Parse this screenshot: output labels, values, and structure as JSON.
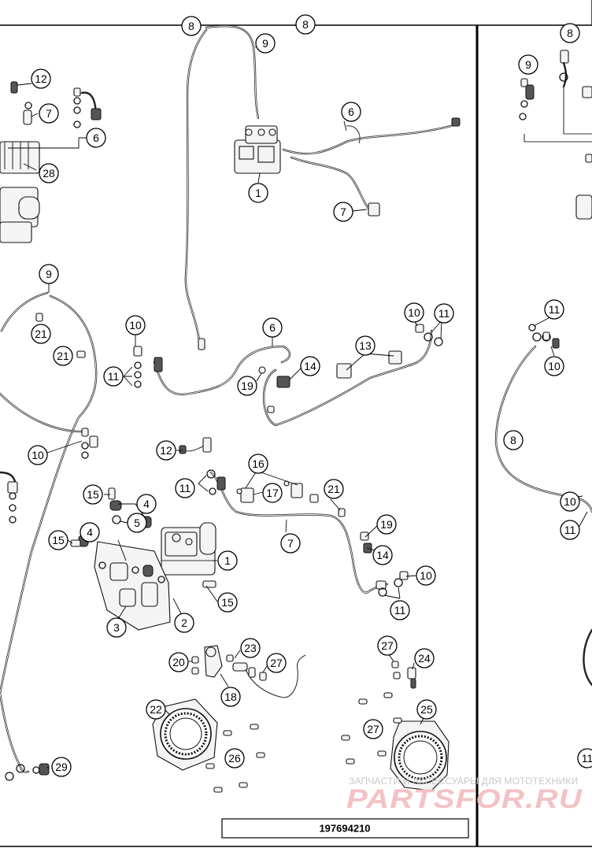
{
  "document_number": "197694210",
  "watermark": {
    "top_line": "ЗАПЧАСТИ И АКСЕССУАРЫ ДЛЯ МОТОТЕХНИКИ",
    "logo_text": "PARTSFOR.RU"
  },
  "callouts": [
    {
      "id": "c-8-top",
      "label": "8"
    },
    {
      "id": "c-8-top2",
      "label": "8"
    },
    {
      "id": "c-9-top",
      "label": "9"
    },
    {
      "id": "c-6-top",
      "label": "6"
    },
    {
      "id": "c-1-top",
      "label": "1"
    },
    {
      "id": "c-7-top",
      "label": "7"
    },
    {
      "id": "c-12-left",
      "label": "12"
    },
    {
      "id": "c-7-left",
      "label": "7"
    },
    {
      "id": "c-6-left",
      "label": "6"
    },
    {
      "id": "c-28",
      "label": "28"
    },
    {
      "id": "c-9-mid",
      "label": "9"
    },
    {
      "id": "c-21-a",
      "label": "21"
    },
    {
      "id": "c-21-b",
      "label": "21"
    },
    {
      "id": "c-10-left",
      "label": "10"
    },
    {
      "id": "c-10-mid",
      "label": "10"
    },
    {
      "id": "c-11-mid",
      "label": "11"
    },
    {
      "id": "c-6-mid",
      "label": "6"
    },
    {
      "id": "c-14-mid",
      "label": "14"
    },
    {
      "id": "c-19-mid",
      "label": "19"
    },
    {
      "id": "c-13",
      "label": "13"
    },
    {
      "id": "c-10-right",
      "label": "10"
    },
    {
      "id": "c-11-right",
      "label": "11"
    },
    {
      "id": "c-12-low",
      "label": "12"
    },
    {
      "id": "c-11-low",
      "label": "11"
    },
    {
      "id": "c-16",
      "label": "16"
    },
    {
      "id": "c-17",
      "label": "17"
    },
    {
      "id": "c-21-c",
      "label": "21"
    },
    {
      "id": "c-15-a",
      "label": "15"
    },
    {
      "id": "c-4-a",
      "label": "4"
    },
    {
      "id": "c-5",
      "label": "5"
    },
    {
      "id": "c-4-b",
      "label": "4"
    },
    {
      "id": "c-15-b",
      "label": "15"
    },
    {
      "id": "c-1-low",
      "label": "1"
    },
    {
      "id": "c-7-low",
      "label": "7"
    },
    {
      "id": "c-19-low",
      "label": "19"
    },
    {
      "id": "c-14-low",
      "label": "14"
    },
    {
      "id": "c-10-low",
      "label": "10"
    },
    {
      "id": "c-11-low2",
      "label": "11"
    },
    {
      "id": "c-15-c",
      "label": "15"
    },
    {
      "id": "c-3",
      "label": "3"
    },
    {
      "id": "c-2",
      "label": "2"
    },
    {
      "id": "c-23",
      "label": "23"
    },
    {
      "id": "c-27-a",
      "label": "27"
    },
    {
      "id": "c-20",
      "label": "20"
    },
    {
      "id": "c-18",
      "label": "18"
    },
    {
      "id": "c-27-b",
      "label": "27"
    },
    {
      "id": "c-24",
      "label": "24"
    },
    {
      "id": "c-22",
      "label": "22"
    },
    {
      "id": "c-25",
      "label": "25"
    },
    {
      "id": "c-27-c",
      "label": "27"
    },
    {
      "id": "c-26",
      "label": "26"
    },
    {
      "id": "c-29",
      "label": "29"
    },
    {
      "id": "c-8-right",
      "label": "8"
    },
    {
      "id": "c-9-right",
      "label": "9"
    },
    {
      "id": "c-11-right2",
      "label": "11"
    },
    {
      "id": "c-10-right2",
      "label": "10"
    },
    {
      "id": "c-8-right2",
      "label": "8"
    },
    {
      "id": "c-10-right3",
      "label": "10"
    },
    {
      "id": "c-11-right3",
      "label": "11"
    },
    {
      "id": "c-11-right4",
      "label": "11"
    }
  ]
}
